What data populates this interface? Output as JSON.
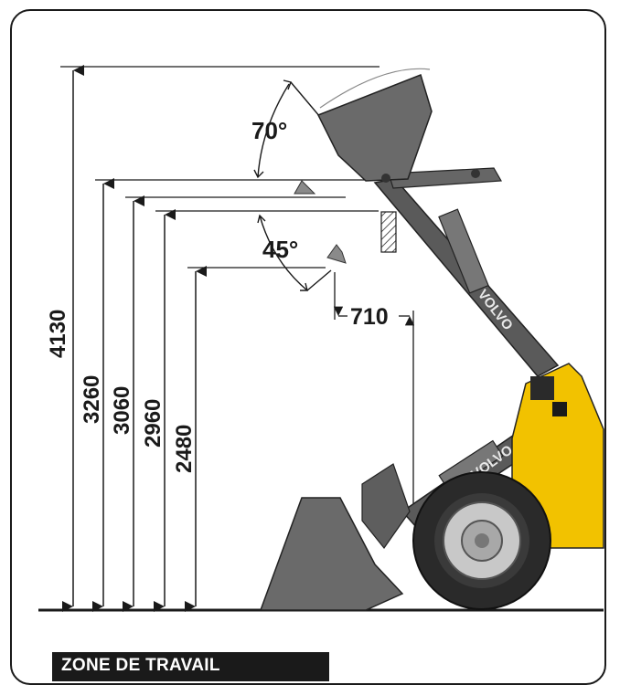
{
  "title": "ZONE DE TRAVAIL",
  "brand": "VOLVO",
  "colors": {
    "line": "#1a1a1a",
    "arm": "#5a5a5a",
    "bucket": "#6a6a6a",
    "body_yellow": "#f2c200",
    "tire": "#2a2a2a",
    "rim": "#c8c8c8"
  },
  "dimensions": {
    "heights": [
      "4130",
      "3260",
      "3060",
      "2960",
      "2480"
    ],
    "reach": "710",
    "angle_top": "70°",
    "angle_low": "45°"
  },
  "icons": [
    "wheel-loader-illustration",
    "wall-hatch-icon"
  ]
}
